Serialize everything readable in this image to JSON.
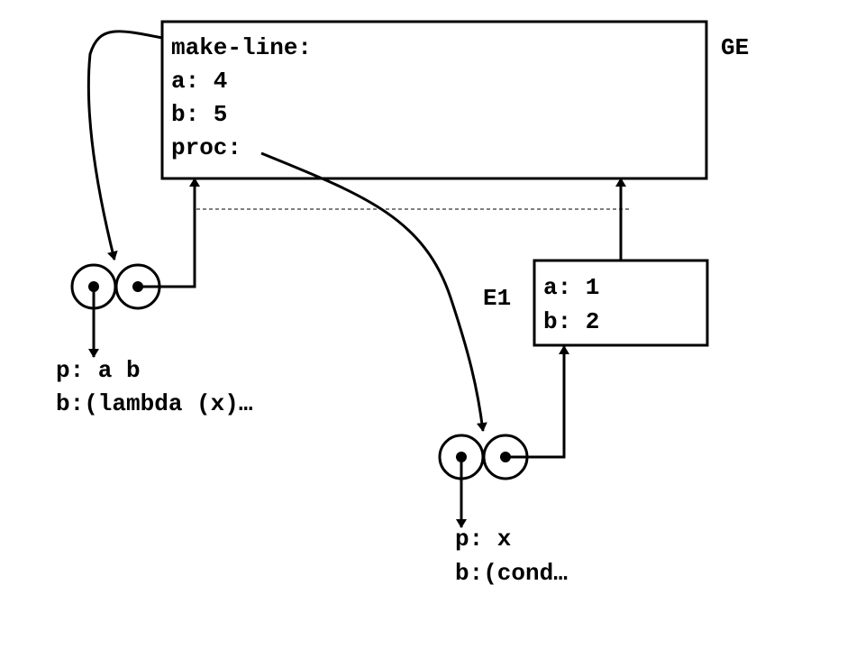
{
  "global_env": {
    "label": "GE",
    "bindings": [
      "make-line:",
      "a: 4",
      "b: 5",
      "proc:"
    ]
  },
  "e1_env": {
    "label": "E1",
    "bindings": [
      "a: 1",
      "b: 2"
    ]
  },
  "procedure_1": {
    "params": "p: a b",
    "body": "b:(lambda (x)…"
  },
  "procedure_2": {
    "params": "p: x",
    "body": "b:(cond…"
  }
}
